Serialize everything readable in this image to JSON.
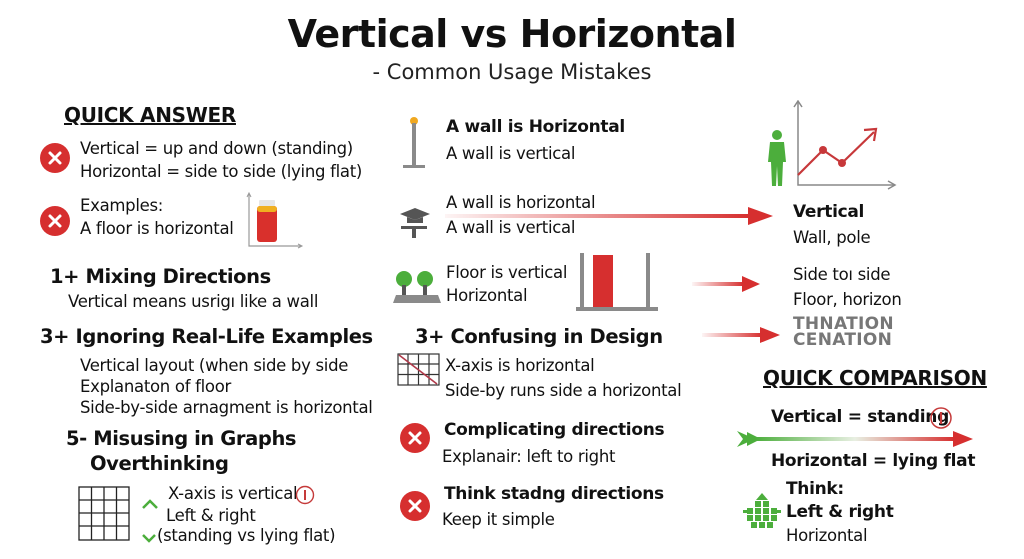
{
  "header": {
    "title": "Vertical vs Horizontal",
    "subtitle": "- Common Usage Mistakes"
  },
  "left": {
    "quick_answer": {
      "heading": "QUICK ANSWER",
      "items": [
        {
          "line1": "Vertical = up and down (standing)",
          "line2": "Horizontal = side to side (lying flat)"
        },
        {
          "line1": "Examples:",
          "line2": "A floor is horizontal"
        }
      ]
    },
    "mistake1": {
      "heading": "1+ Mixing Directions",
      "body": "Vertical means usrigı like a wall"
    },
    "mistake3": {
      "heading": "3+ Ignoring Real-Life Examples",
      "lines": [
        "Vertical layout (when side by side",
        "Explanaton of floor",
        "Side-by-side arnagment is horizontal"
      ]
    },
    "mistake5": {
      "heading": "5- Misusing in Graphs",
      "subheading": "Overthinking",
      "lines": [
        "X-axis is vertical",
        "Left & right",
        "(standing vs lying flat)"
      ]
    }
  },
  "middle": {
    "wall1": {
      "bold": "A wall is Horizontal",
      "normal": "A wall is vertical"
    },
    "wall2": {
      "line1": "A wall is horizontal",
      "line2": "A wall is vertical"
    },
    "floor": {
      "line1": "Floor is vertical",
      "line2": "Horizontal"
    },
    "design": {
      "heading": "3+ Confusing in Design",
      "lines": [
        "X-axis is horizontal",
        "Side-by runs side a horizontal"
      ]
    },
    "complicating": {
      "bold": "Complicating directions",
      "normal": "Explanair: left to right"
    },
    "think": {
      "bold": "Think stadng directions",
      "normal": "Keep it simple"
    }
  },
  "right": {
    "vertical": {
      "bold": "Vertical",
      "normal": "Wall, pole"
    },
    "side": {
      "line1": "Side toı side",
      "line2": "Floor, horizon"
    },
    "caps": {
      "line1": "THNATION",
      "line2": "CENATION"
    },
    "comparison": {
      "heading": "QUICK COMPARISON",
      "vertical": "Vertical = standing",
      "horizontal": "Horizontal = lying flat"
    },
    "think": {
      "label": "Think:",
      "bold": "Left & right",
      "normal": "Horizontal"
    }
  },
  "colors": {
    "red": "#d62f2f",
    "green": "#4cae3c",
    "gray": "#8a8a8a",
    "text": "#111111"
  }
}
